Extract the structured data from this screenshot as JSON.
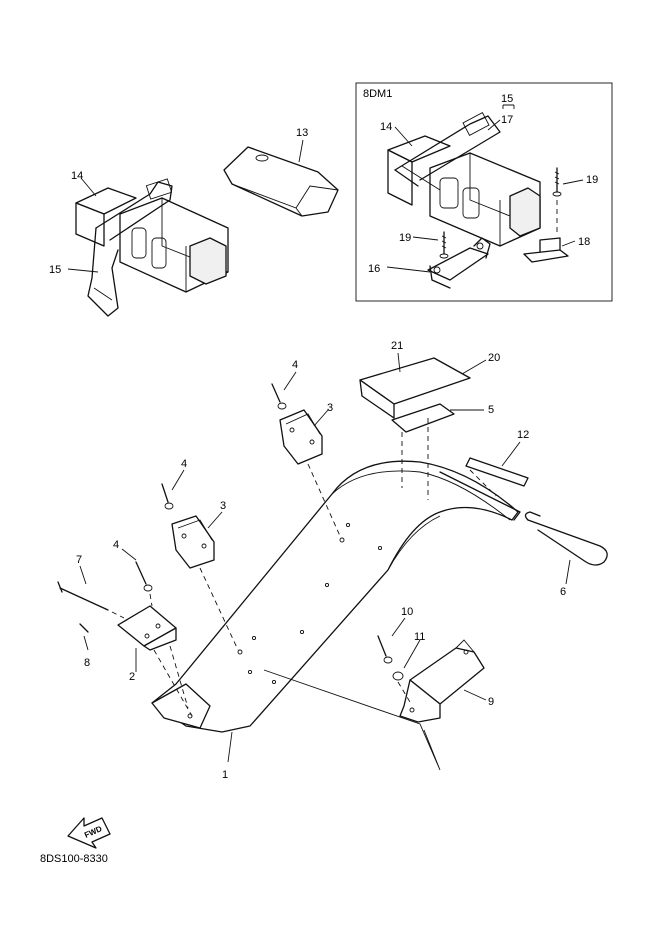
{
  "inset": {
    "title": "8DM1"
  },
  "callouts": {
    "c1": "1",
    "c2": "2",
    "c3a": "3",
    "c3b": "3",
    "c4a": "4",
    "c4b": "4",
    "c4c": "4",
    "c5": "5",
    "c6": "6",
    "c7": "7",
    "c8": "8",
    "c9": "9",
    "c10": "10",
    "c11": "11",
    "c12": "12",
    "c13": "13",
    "c14a": "14",
    "c14b": "14",
    "c15a": "15",
    "c15b": "15",
    "c16": "16",
    "c17": "17",
    "c18": "18",
    "c19a": "19",
    "c19b": "19",
    "c20": "20",
    "c21": "21"
  },
  "fwd_label": "FWD",
  "diagram_code": "8DS100-8330",
  "icons": {
    "direction": "fwd-arrow-icon"
  }
}
